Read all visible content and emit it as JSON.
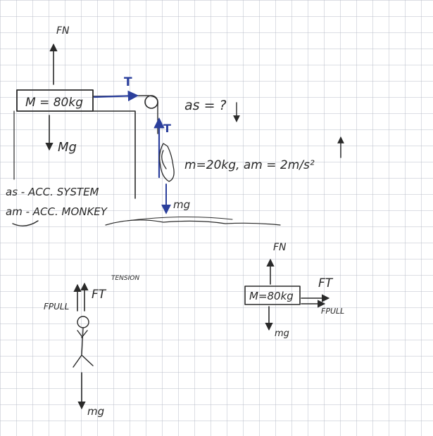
{
  "colors": {
    "paper": "#ffffff",
    "grid": "#b8bec8",
    "ink": "#2a2a2a",
    "blue_ink": "#2b3f9c"
  },
  "top_diagram": {
    "block_label": "M = 80kg",
    "normal_force": "FN",
    "weight": "Mg",
    "tension_horizontal": "T",
    "tension_vertical": "T",
    "system_accel_unknown": "as = ?",
    "monkey_mass_accel": "m=20kg, am = 2m/s²",
    "monkey_weight": "mg"
  },
  "legend": {
    "line1": "as - ACC. SYSTEM",
    "line2": "am - ACC. MONKEY"
  },
  "monkey_fbd": {
    "pull": "FPULL",
    "tension": "FT",
    "tension_note": "TENSION",
    "weight": "mg"
  },
  "block_fbd": {
    "block_label": "M=80kg",
    "normal_force": "FN",
    "tension": "FT",
    "pull": "FPULL",
    "weight": "mg"
  }
}
